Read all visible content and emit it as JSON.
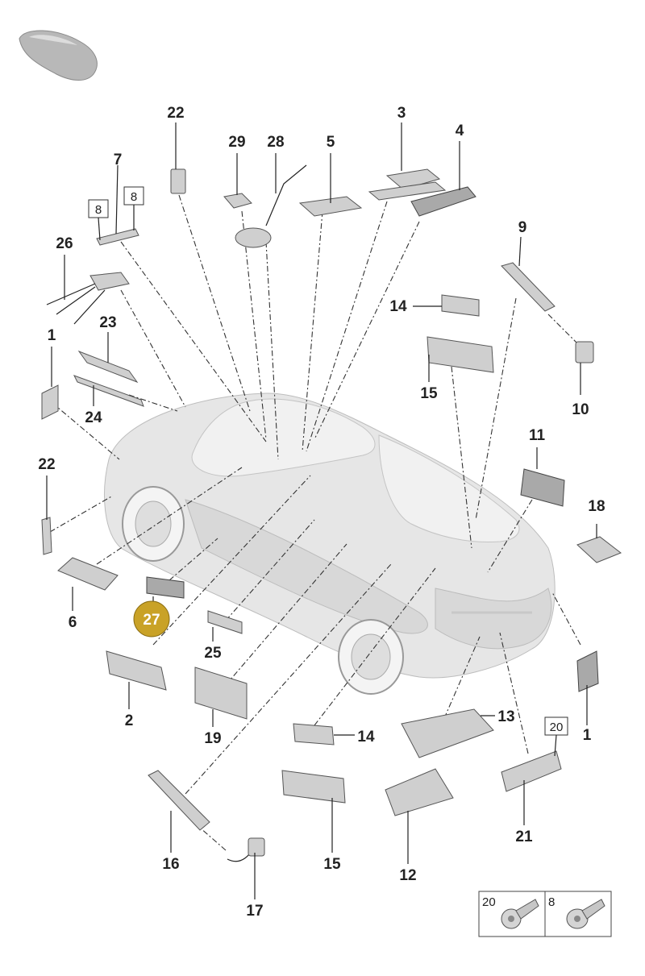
{
  "callouts": [
    {
      "id": "c1a",
      "label": "1"
    },
    {
      "id": "c1b",
      "label": "1"
    },
    {
      "id": "c2",
      "label": "2"
    },
    {
      "id": "c3",
      "label": "3"
    },
    {
      "id": "c4",
      "label": "4"
    },
    {
      "id": "c5",
      "label": "5"
    },
    {
      "id": "c6",
      "label": "6"
    },
    {
      "id": "c7",
      "label": "7"
    },
    {
      "id": "c9",
      "label": "9"
    },
    {
      "id": "c10",
      "label": "10"
    },
    {
      "id": "c11",
      "label": "11"
    },
    {
      "id": "c12",
      "label": "12"
    },
    {
      "id": "c13",
      "label": "13"
    },
    {
      "id": "c14a",
      "label": "14"
    },
    {
      "id": "c14b",
      "label": "14"
    },
    {
      "id": "c15a",
      "label": "15"
    },
    {
      "id": "c15b",
      "label": "15"
    },
    {
      "id": "c16",
      "label": "16"
    },
    {
      "id": "c17",
      "label": "17"
    },
    {
      "id": "c18",
      "label": "18"
    },
    {
      "id": "c19",
      "label": "19"
    },
    {
      "id": "c21",
      "label": "21"
    },
    {
      "id": "c22a",
      "label": "22"
    },
    {
      "id": "c22b",
      "label": "22"
    },
    {
      "id": "c23",
      "label": "23"
    },
    {
      "id": "c24",
      "label": "24"
    },
    {
      "id": "c25",
      "label": "25"
    },
    {
      "id": "c26",
      "label": "26"
    },
    {
      "id": "c28",
      "label": "28"
    },
    {
      "id": "c29",
      "label": "29"
    }
  ],
  "boxed": [
    {
      "id": "b8a",
      "label": "8"
    },
    {
      "id": "b8b",
      "label": "8"
    },
    {
      "id": "b20",
      "label": "20"
    }
  ],
  "highlight": {
    "label": "27",
    "color": "#c9a227"
  },
  "legend": {
    "left_label": "20",
    "right_label": "8"
  }
}
